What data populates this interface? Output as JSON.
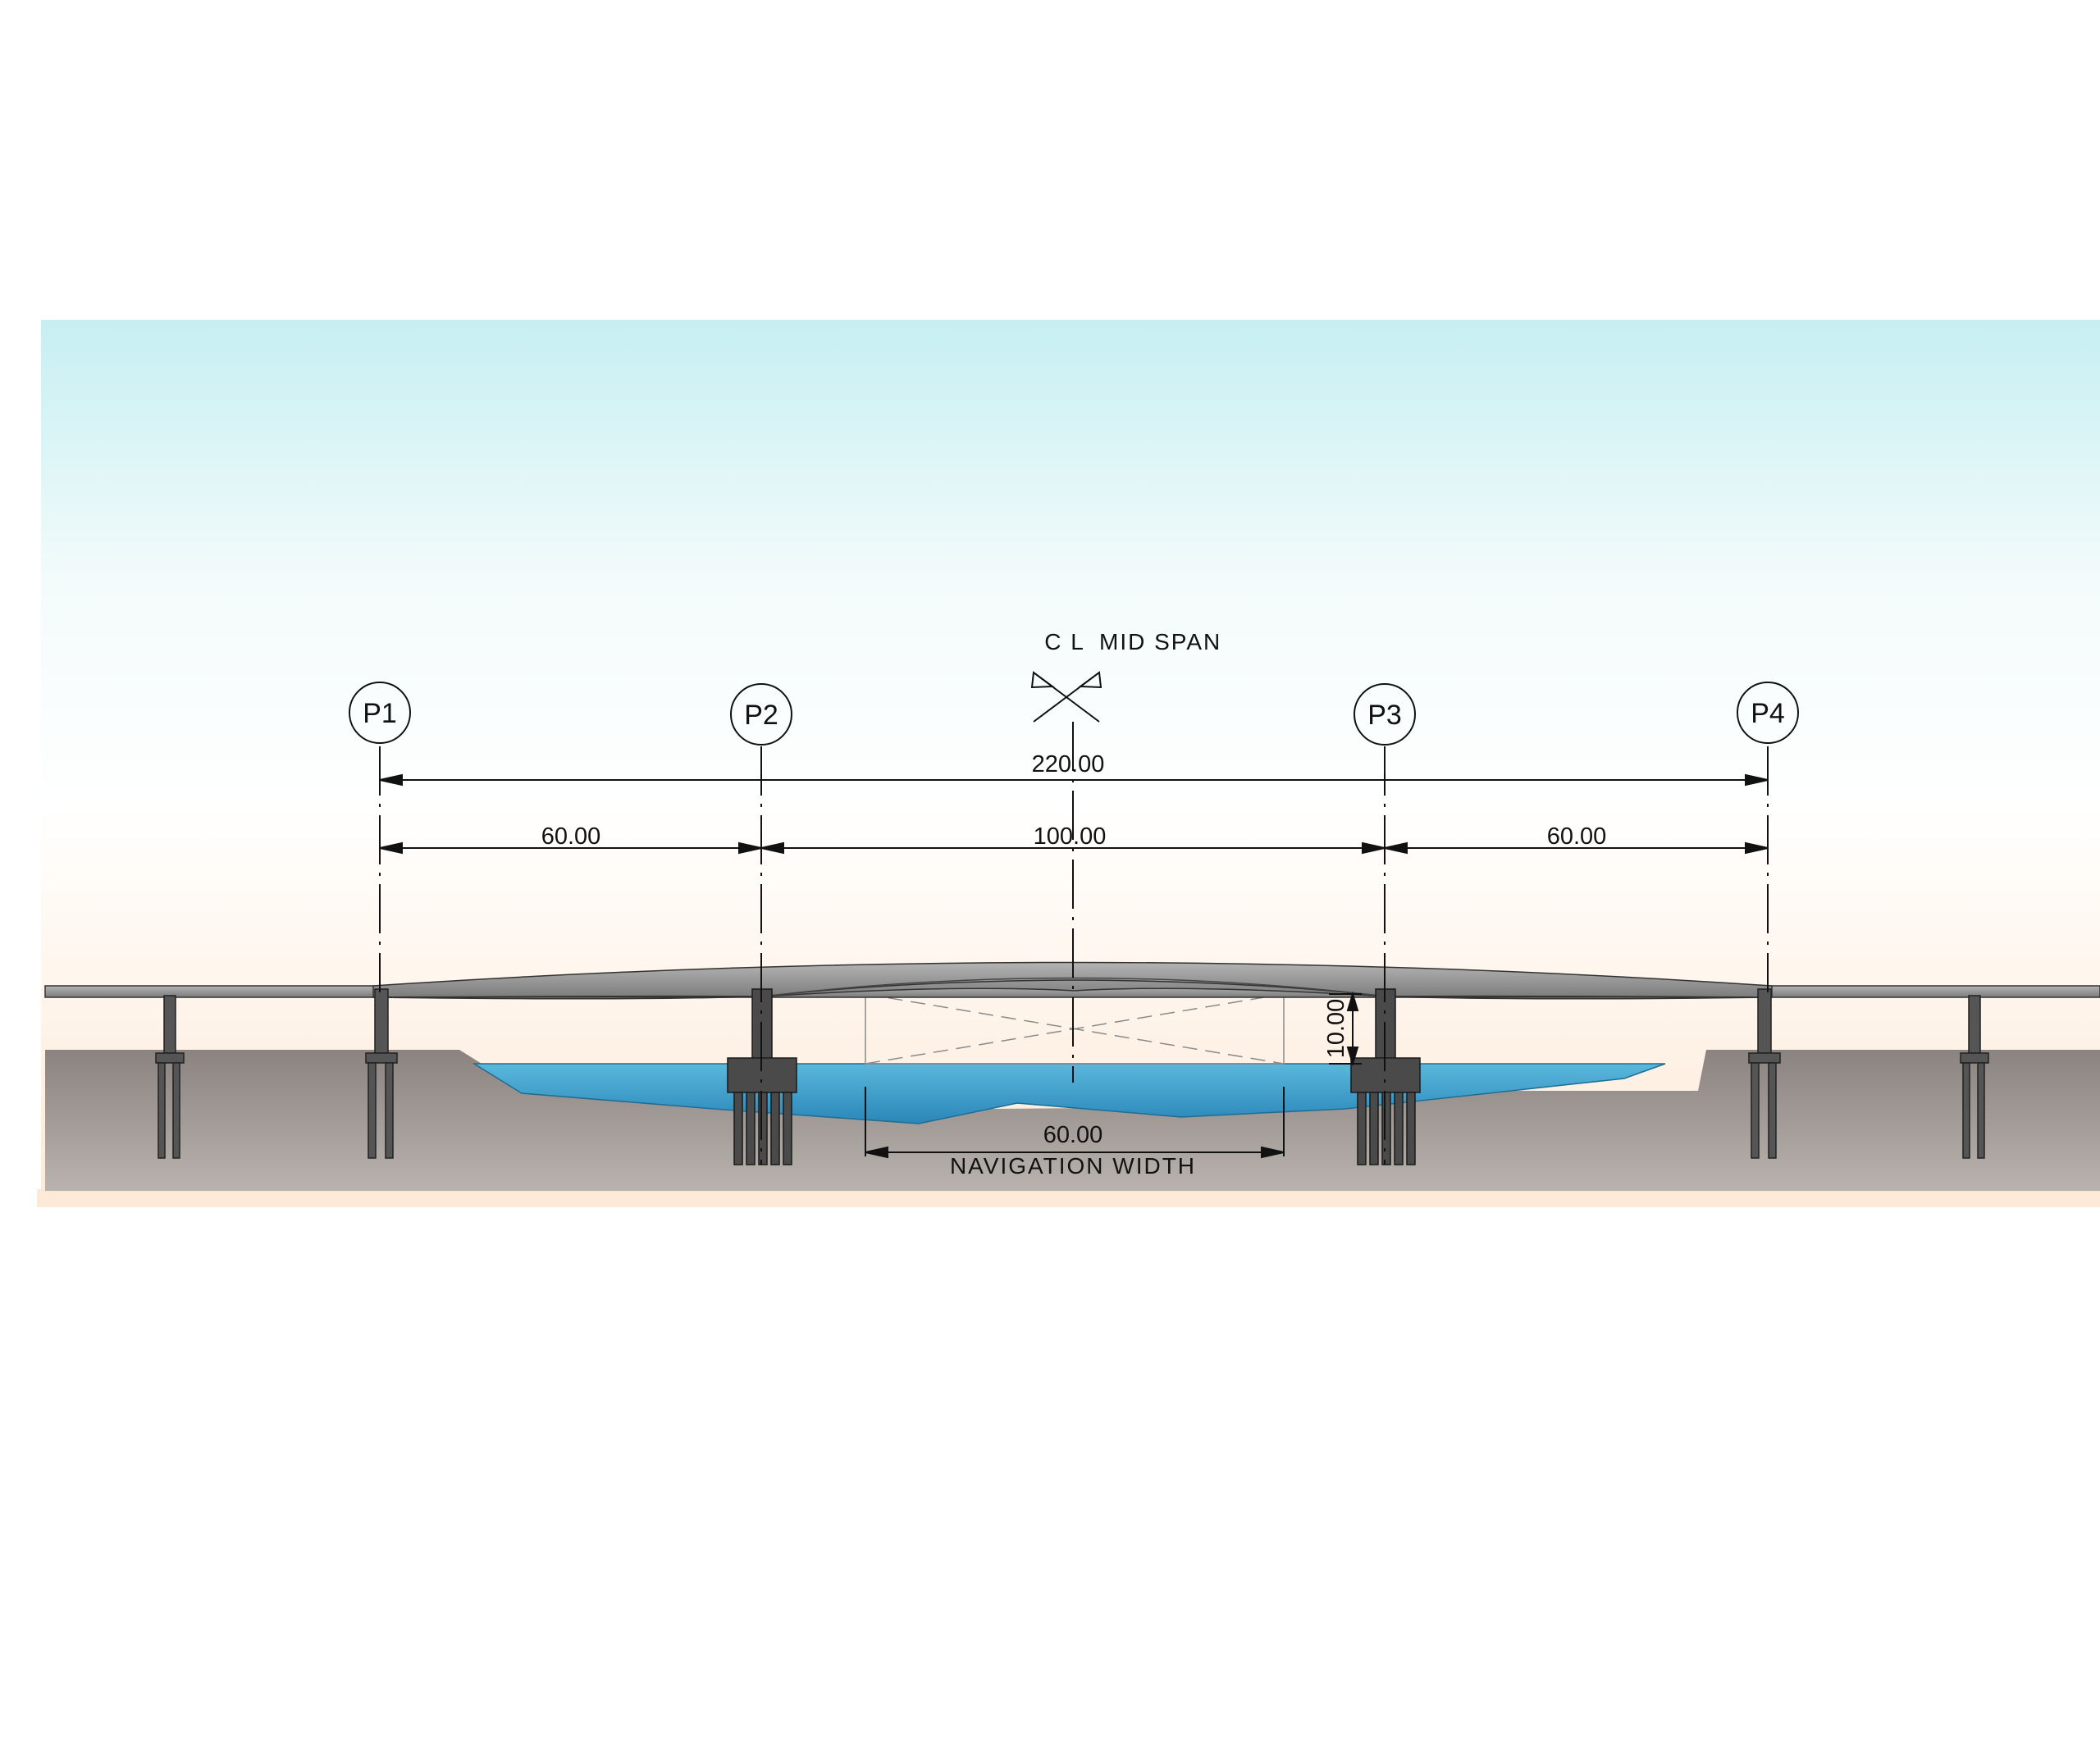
{
  "centerline": {
    "symbol": "C L",
    "label": "MID SPAN"
  },
  "piers": [
    {
      "id": "P1"
    },
    {
      "id": "P2"
    },
    {
      "id": "P3"
    },
    {
      "id": "P4"
    }
  ],
  "dimensions": {
    "overall": "220.00",
    "side_span_left": "60.00",
    "main_span": "100.00",
    "side_span_right": "60.00",
    "navigation_width_value": "60.00",
    "navigation_width_label": "NAVIGATION  WIDTH",
    "vertical_clearance": "10.00"
  },
  "colors": {
    "sky_top": "#c8f0f2",
    "background_warm": "#fdf0e3",
    "ground": "#8e8784",
    "water": "#2f9bc6",
    "deck": "#9a9a9a",
    "line": "#111111"
  }
}
